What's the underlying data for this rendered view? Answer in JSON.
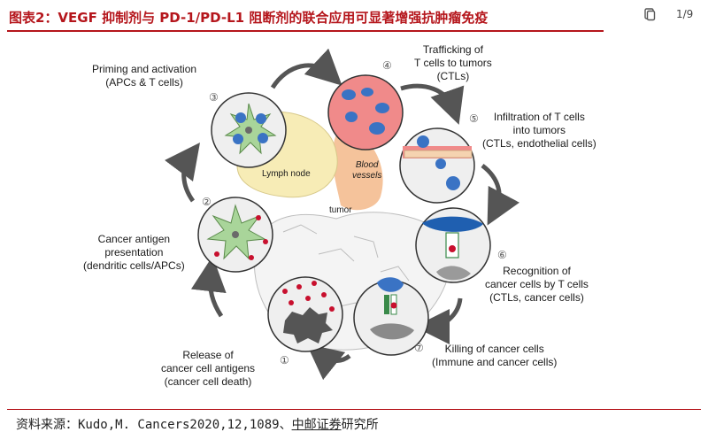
{
  "header": {
    "title": "图表2：VEGF 抑制剂与 PD-1/PD-L1 阻断剂的联合应用可显著增强抗肿瘤免疫",
    "page_indicator": "1/9"
  },
  "diagram": {
    "steps": [
      {
        "number": "①",
        "label_lines": [
          "Release of",
          "cancer cell antigens",
          "(cancer cell death)"
        ]
      },
      {
        "number": "②",
        "label_lines": [
          "Cancer antigen",
          "presentation",
          "(dendritic cells/APCs)"
        ]
      },
      {
        "number": "③",
        "label_lines": [
          "Priming and activation",
          "(APCs & T cells)"
        ]
      },
      {
        "number": "④",
        "label_lines": [
          "Trafficking of",
          "T cells to tumors",
          "(CTLs)"
        ]
      },
      {
        "number": "⑤",
        "label_lines": [
          "Infiltration of T cells",
          "into tumors",
          "(CTLs, endothelial cells)"
        ]
      },
      {
        "number": "⑥",
        "label_lines": [
          "Recognition of",
          "cancer cells by T cells",
          "(CTLs, cancer cells)"
        ]
      },
      {
        "number": "⑦",
        "label_lines": [
          "Killing of cancer cells",
          "(Immune  and cancer cells)"
        ]
      }
    ],
    "lymph_node_label": "Lymph node",
    "blood_vessels_label_lines": [
      "Blood",
      "vessels"
    ],
    "tumor_label": "tumor"
  },
  "footer": {
    "source_label": "资料来源：",
    "source_citation": "Kudo,M. Cancers2020,12,1089、",
    "source_org": "中邮证券",
    "source_suffix": "研究所"
  },
  "colors": {
    "title_red": "#b5161c",
    "circle_fill": "#efefef",
    "dc_green": "#a9d59a",
    "tcell_blue": "#3a73c4",
    "tumor_red": "#f08a8a",
    "vessel_orange": "#f3b98a",
    "lymph_yellow": "#f7ecb6",
    "antigen_red": "#c8102e"
  }
}
